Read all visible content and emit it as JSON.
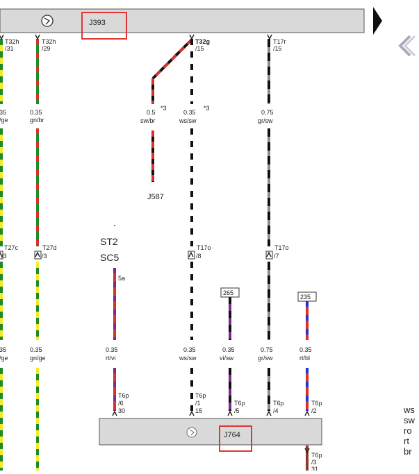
{
  "components": {
    "j393": "J393",
    "j764": "J764",
    "j587": "J587",
    "st": "ST2",
    "sc": "SC5"
  },
  "connectors": {
    "t32h_31": [
      "T32h",
      "/31"
    ],
    "t32h_29": [
      "T32h",
      "/29"
    ],
    "t32g_15": [
      "T32g",
      "/15"
    ],
    "t17r_15": [
      "T17r",
      "/15"
    ],
    "t27c_3": [
      "T27c",
      "/3"
    ],
    "t27d_3": [
      "T27d",
      "/3"
    ],
    "t17o_8": [
      "T17o",
      "/8"
    ],
    "t17o_7": [
      "T17o",
      "/7"
    ],
    "t6p_6_30": [
      "T6p",
      "/6",
      "30"
    ],
    "t6p_1_15": [
      "T6p",
      "/1",
      "15"
    ],
    "t6p_5": [
      "T6p",
      "/5"
    ],
    "t6p_4": [
      "T6p",
      "/4"
    ],
    "t6p_2": [
      "T6p",
      "/2"
    ],
    "t6p_3_31": [
      "T6p",
      "/3",
      "31"
    ],
    "pin_5a": "5a"
  },
  "wires": {
    "w1_top": [
      "35",
      "/ge"
    ],
    "w2_top": [
      "0.35",
      "gn/br"
    ],
    "w3_top": [
      "0.5",
      "sw/br"
    ],
    "w4_top": [
      "0.35",
      "ws/sw"
    ],
    "w6_top": [
      "0.75",
      "gr/sw"
    ],
    "w1_bot": [
      "35",
      "/ge"
    ],
    "w2_bot": [
      "0.35",
      "gn/ge"
    ],
    "w3_bot": [
      "0.35",
      "rt/vi"
    ],
    "w4_bot": [
      "0.35",
      "ws/sw"
    ],
    "w5_bot": [
      "0.35",
      "vi/sw"
    ],
    "w6_bot": [
      "0.75",
      "gr/sw"
    ],
    "w7_bot": [
      "0.35",
      "rt/bl"
    ]
  },
  "notes": {
    "n3a": "*3",
    "n3b": "*3"
  },
  "refs": {
    "r265": "265",
    "r235": "235"
  },
  "legend": [
    "ws",
    "sw",
    "ro",
    "rt",
    "br"
  ],
  "colors": {
    "yellow": "#f2ea2a",
    "green": "#1f8a2a",
    "red": "#d8302a",
    "black": "#111111",
    "white": "#ffffff",
    "gray": "#8c8c8c",
    "violet": "#7a2a8a",
    "blue": "#2234d0",
    "brown": "#8a3a2a",
    "box_fill": "#d9d9d9",
    "highlight": "#e23434"
  }
}
